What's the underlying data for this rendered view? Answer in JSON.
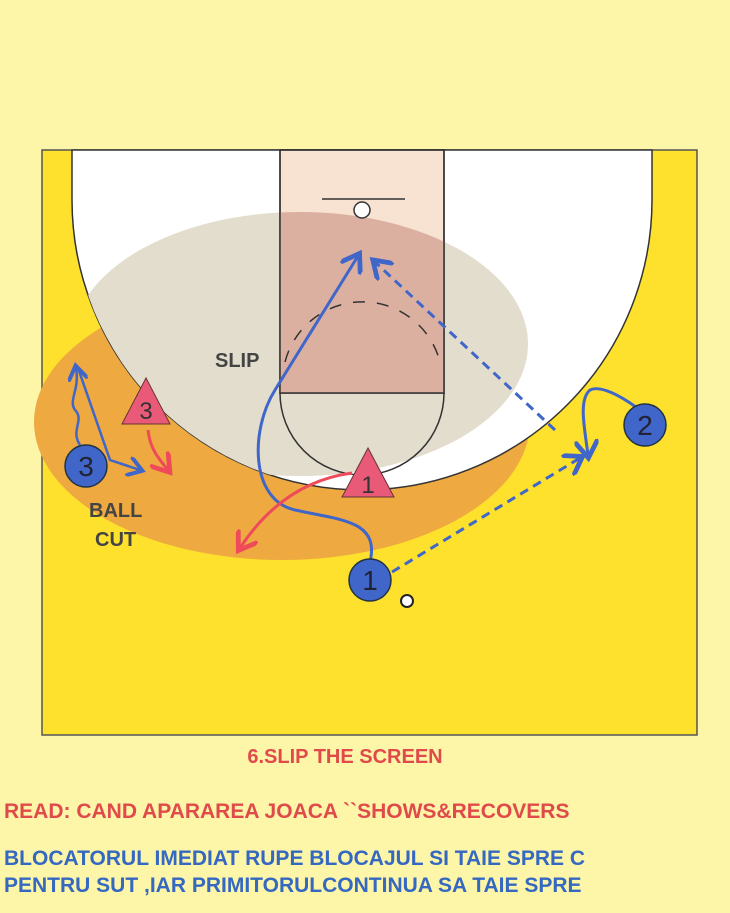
{
  "diagram": {
    "labels": {
      "slip": "SLIP",
      "ball": "BALL",
      "cut": "CUT"
    },
    "offense": [
      {
        "number": "3"
      },
      {
        "number": "2"
      },
      {
        "number": "1"
      }
    ],
    "defense": [
      {
        "number": "3"
      },
      {
        "number": "1"
      }
    ]
  },
  "caption": {
    "title": "6.SLIP THE SCREEN",
    "read": "READ: CAND APARAREA JOACA ``SHOWS&RECOVERS",
    "line1": "BLOCATORUL IMEDIAT RUPE BLOCAJUL SI TAIE SPRE C",
    "line2": "PENTRU SUT ,IAR PRIMITORULCONTINUA SA TAIE SPRE"
  },
  "colors": {
    "court": "#fde12c",
    "offense": "#3f66c8",
    "defense": "#e85a78",
    "zone": "#eeaa40"
  }
}
